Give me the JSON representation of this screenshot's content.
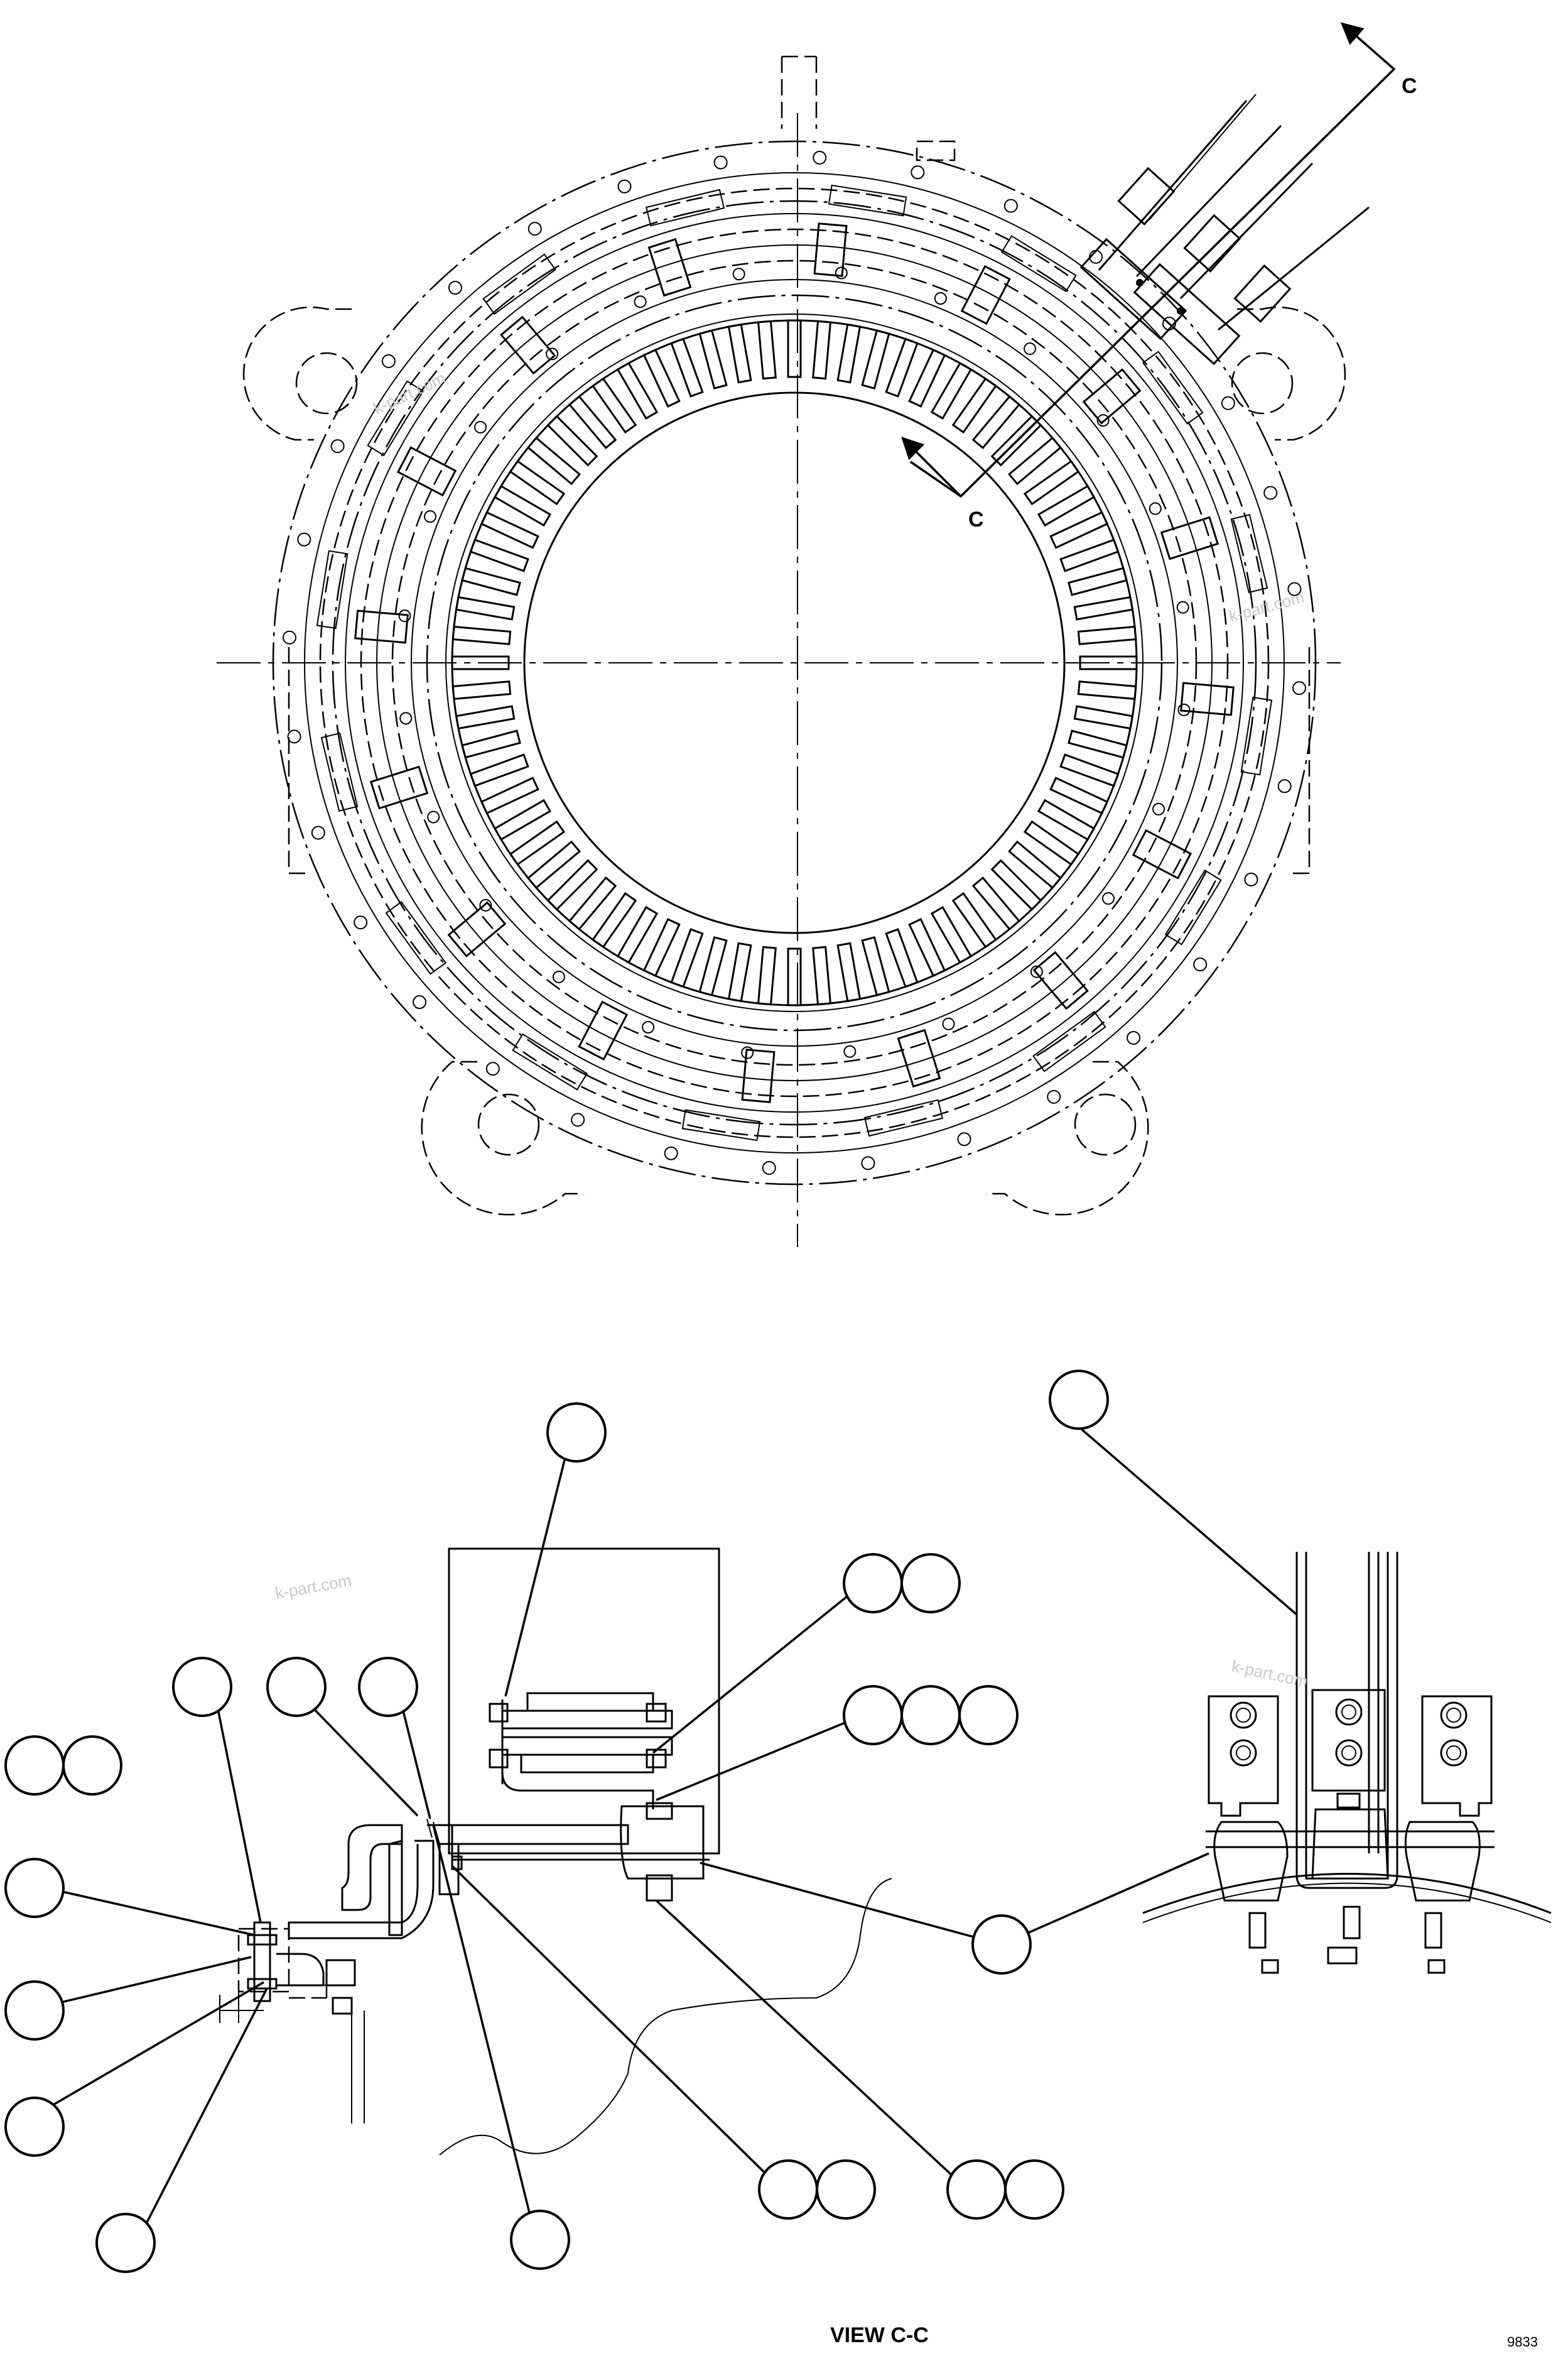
{
  "section_marker": {
    "letter": "C"
  },
  "view_title": "VIEW C-C",
  "sheet_code": "9833",
  "watermark": "k-part.com",
  "colors": {
    "line": "#000000",
    "background": "#ffffff",
    "watermark": "#c8c8c8"
  }
}
